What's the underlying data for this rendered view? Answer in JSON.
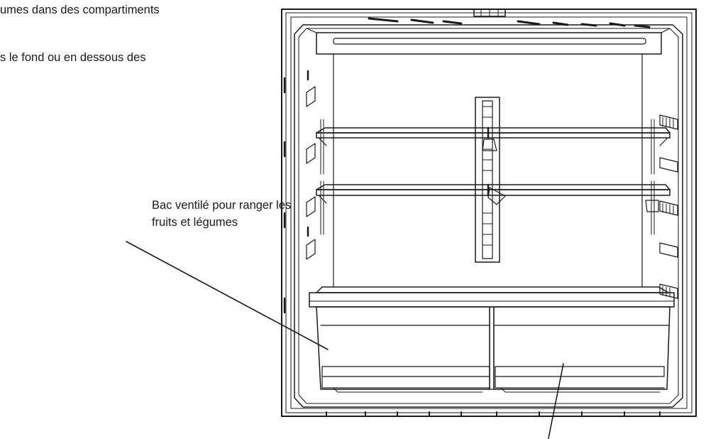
{
  "text_lines": {
    "line1": "umes dans des compartiments",
    "line2": "s le fond ou en dessous des"
  },
  "callout": {
    "label_line1": "Bac ventilé pour ranger les",
    "label_line2": "fruits et légumes"
  },
  "colors": {
    "stroke": "#1a1a1a",
    "fill": "#ffffff"
  }
}
